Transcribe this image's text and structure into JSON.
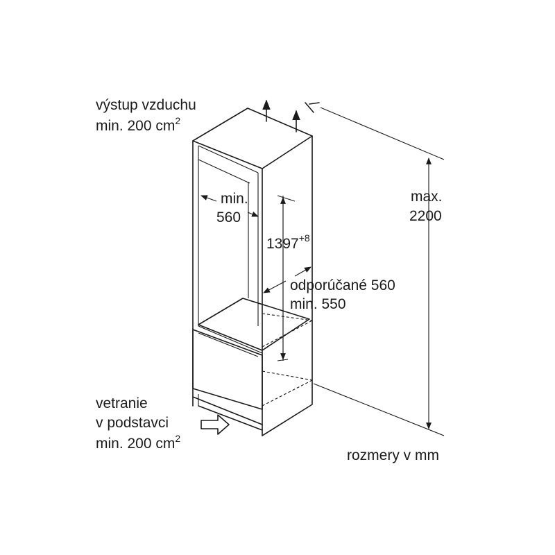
{
  "labels": {
    "air_outlet_line1": "výstup vzduchu",
    "air_outlet_line2": "min. 200 cm",
    "air_outlet_sup": "2",
    "inner_width_line1": "min.",
    "inner_width_line2": "560",
    "niche_height_base": "1397",
    "niche_height_sup": "+8",
    "depth_line1": "odporúčané 560",
    "depth_line2": "min. 550",
    "max_height_line1": "max.",
    "max_height_line2": "2200",
    "base_vent_line1": "vetranie",
    "base_vent_line2": "v podstavci",
    "base_vent_line3": "min. 200 cm",
    "base_vent_sup": "2",
    "units_note": "rozmery v mm"
  }
}
